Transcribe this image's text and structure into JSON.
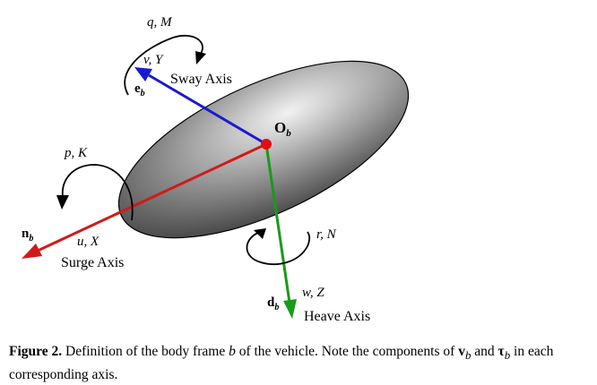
{
  "diagram": {
    "origin_label": "O",
    "origin_sub": "b",
    "sway": {
      "axis": "Sway Axis",
      "moment": "q, M",
      "force": "v, Y",
      "vec": "e",
      "vec_sub": "b"
    },
    "surge": {
      "axis": "Surge Axis",
      "moment": "p, K",
      "force": "u, X",
      "vec": "n",
      "vec_sub": "b"
    },
    "heave": {
      "axis": "Heave Axis",
      "moment": "r, N",
      "force": "w, Z",
      "vec": "d",
      "vec_sub": "b"
    },
    "colors": {
      "surge": "#d11a1a",
      "sway": "#1a1ad1",
      "heave": "#1a9a1a",
      "origin": "#e01010"
    }
  },
  "caption": {
    "label": "Figure 2.",
    "text_1": " Definition of the body frame ",
    "frame": "b",
    "text_2": " of the vehicle. Note the components of ",
    "v": "v",
    "v_sub": "b",
    "text_3": " and ",
    "tau": "τ",
    "tau_sub": "b",
    "text_4": " in each corresponding axis."
  }
}
